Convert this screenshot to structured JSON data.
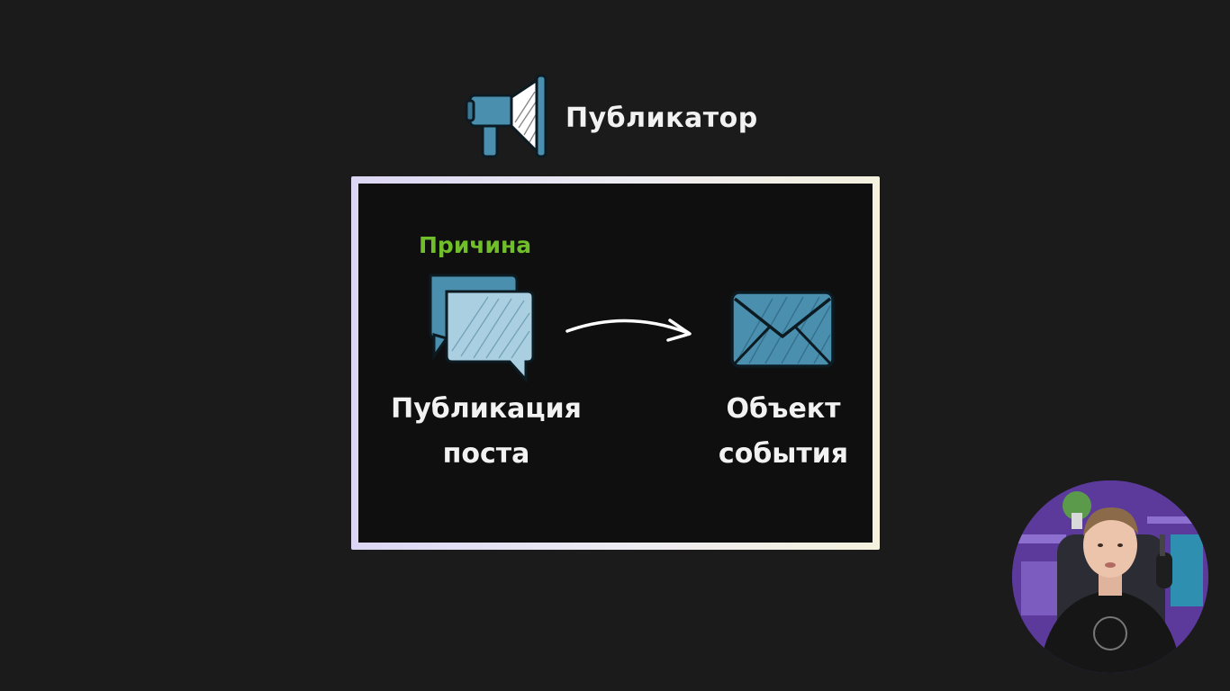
{
  "header": {
    "title": "Публикатор",
    "icon": "megaphone-icon"
  },
  "diagram": {
    "cause_label": "Причина",
    "cause_icon": "chat-bubbles-icon",
    "post_label_line1": "Публикация",
    "post_label_line2": "поста",
    "arrow_icon": "curved-arrow-right-icon",
    "event_icon": "envelope-icon",
    "event_label_line1": "Объект",
    "event_label_line2": "события"
  },
  "colors": {
    "background": "#1b1b1b",
    "frame_inner": "#0f0f0f",
    "accent_green": "#6fbe2a",
    "icon_blue": "#4a8fae",
    "icon_light_blue": "#a9cfe0",
    "text": "#f2f2f2"
  },
  "webcam": {
    "icon": "presenter-video"
  }
}
